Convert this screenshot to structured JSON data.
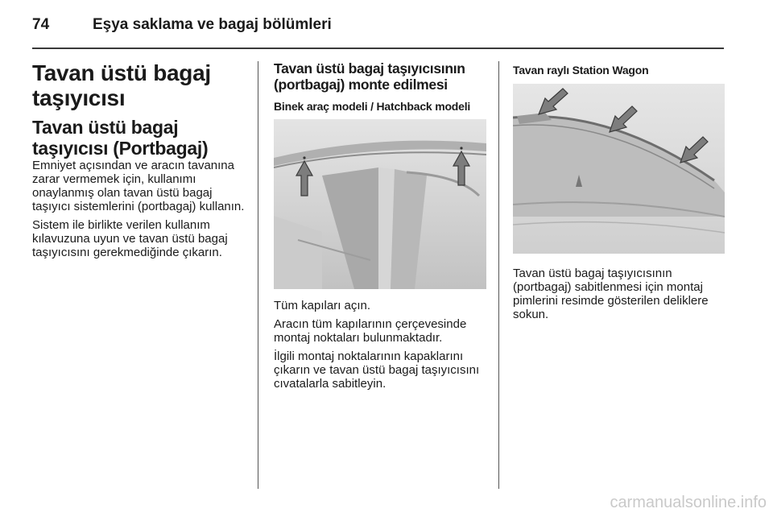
{
  "header": {
    "page_number": "74",
    "title": "Eşya saklama ve bagaj bölümleri"
  },
  "col1": {
    "heading": "Tavan üstü bagaj taşıyıcısı",
    "subheading": "Tavan üstü bagaj taşıyıcısı (Portbagaj)",
    "paragraphs": [
      "Emniyet açısından ve aracın tavanına zarar vermemek için, kullanımı onaylanmış olan tavan üstü bagaj taşıyıcı sistemlerini (portbagaj) kullanın.",
      "Sistem ile birlikte verilen kullanım kılavuzuna uyun ve tavan üstü bagaj taşıyıcısını gerekmediğinde çıkarın."
    ]
  },
  "col2": {
    "heading": "Tavan üstü bagaj taşıyıcısının (portbagaj) monte edilmesi",
    "caption": "Binek araç modeli / Hatchback modeli",
    "paragraphs": [
      "Tüm kapıları açın.",
      "Aracın tüm kapılarının çerçevesinde montaj noktaları bulunmaktadır.",
      "İlgili montaj noktalarının kapaklarını çıkarın ve tavan üstü bagaj taşıyıcısını cıvatalarla sabitleyin."
    ]
  },
  "col3": {
    "caption": "Tavan raylı Station Wagon",
    "paragraphs": [
      "Tavan üstü bagaj taşıyıcısının (portbagaj) sabitlenmesi için montaj pimlerini resimde gösterilen deliklere sokun."
    ]
  },
  "watermark": "carmanualsonline.info"
}
